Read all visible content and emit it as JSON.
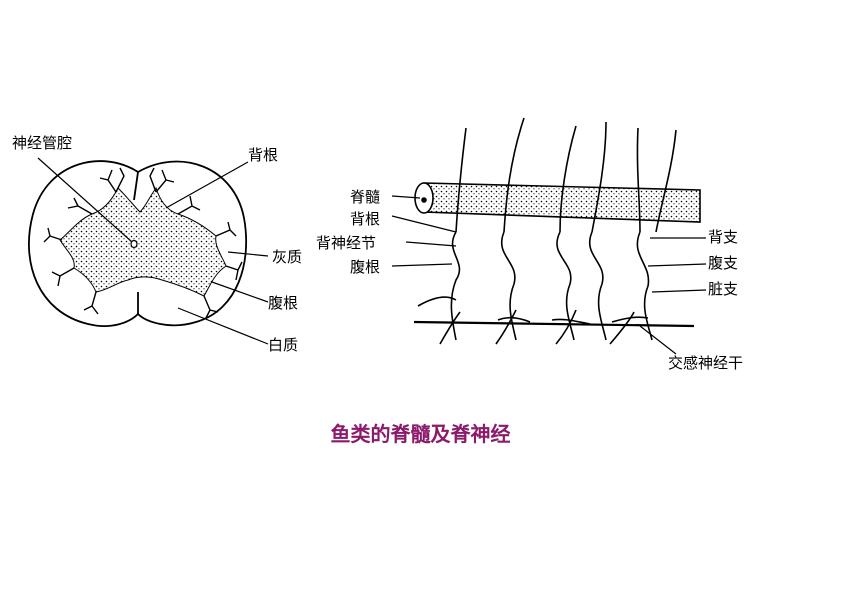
{
  "cross_section": {
    "labels": {
      "central_canal": "神经管腔",
      "dorsal_root": "背根",
      "gray_matter": "灰质",
      "ventral_root": "腹根",
      "white_matter": "白质"
    }
  },
  "side_view": {
    "labels": {
      "spinal_cord": "脊髓",
      "dorsal_root": "背根",
      "spinal_ganglion": "背神经节",
      "ventral_root": "腹根",
      "dorsal_ramus": "背支",
      "ventral_ramus": "腹支",
      "visceral_ramus": "脏支",
      "sympathetic_trunk": "交感神经干"
    }
  },
  "caption": "鱼类的脊髓及脊神经",
  "colors": {
    "caption": "#8b1a6b",
    "ink": "#000000"
  }
}
